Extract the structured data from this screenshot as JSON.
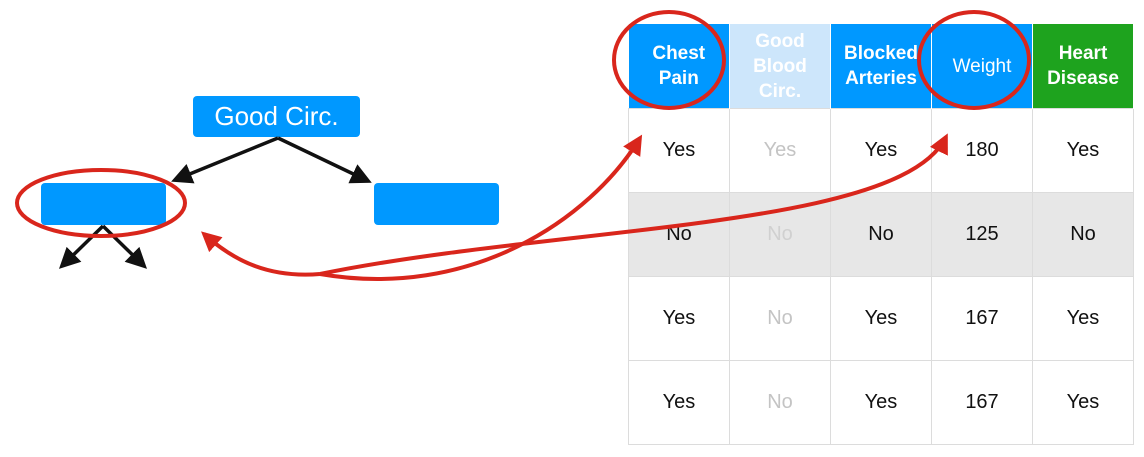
{
  "tree": {
    "root_label": "Good Circ.",
    "left_label": "",
    "right_label": ""
  },
  "table": {
    "headers": [
      {
        "lines": [
          "Chest",
          "Pain"
        ],
        "style": "feature"
      },
      {
        "lines": [
          "Good",
          "Blood",
          "Circ."
        ],
        "style": "faded"
      },
      {
        "lines": [
          "Blocked",
          "Arteries"
        ],
        "style": "feature"
      },
      {
        "lines": [
          "Weight"
        ],
        "style": "weight"
      },
      {
        "lines": [
          "Heart",
          "Disease"
        ],
        "style": "target"
      }
    ],
    "rows": [
      [
        "Yes",
        "Yes",
        "Yes",
        "180",
        "Yes"
      ],
      [
        "No",
        "No",
        "No",
        "125",
        "No"
      ],
      [
        "Yes",
        "No",
        "Yes",
        "167",
        "Yes"
      ],
      [
        "Yes",
        "No",
        "Yes",
        "167",
        "Yes"
      ]
    ],
    "shaded_rows": [
      1
    ],
    "faded_column": 1
  },
  "colors": {
    "node_blue": "#0098ff",
    "faded_header": "#cde6fb",
    "target_green": "#1ea31e",
    "annotation_red": "#d9261c",
    "shaded_row": "#e7e7e7"
  }
}
